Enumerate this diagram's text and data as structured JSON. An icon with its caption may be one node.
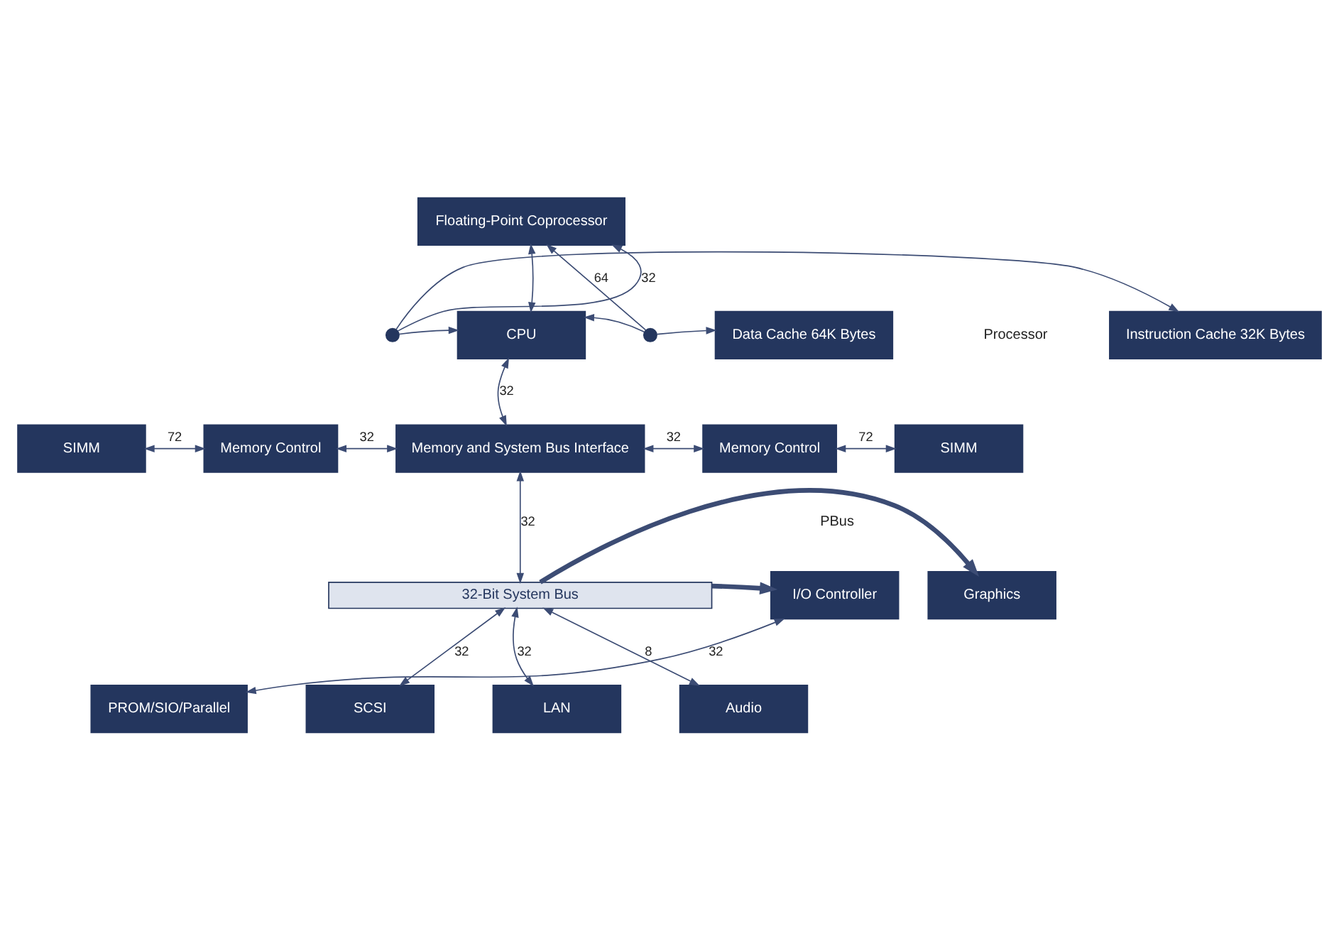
{
  "diagram": {
    "nodes": [
      {
        "text": [
          "Floating-Point Coprocessor"
        ]
      },
      {
        "text": [
          "Instruction Cache 32K Bytes"
        ]
      },
      {
        "text": [],
        "shape": "circle"
      },
      {
        "text": [
          "CPU"
        ]
      },
      {
        "text": [],
        "shape": "circle"
      },
      {
        "text": [
          "Data Cache 64K Bytes"
        ]
      },
      {
        "text": [
          "SIMM"
        ]
      },
      {
        "text": [
          "Memory Control"
        ]
      },
      {
        "text": [
          "Memory and System Bus Interface"
        ]
      },
      {
        "text": [
          "Memory Control"
        ]
      },
      {
        "text": [
          "SIMM"
        ]
      },
      {
        "text": [
          "I/O Controller"
        ]
      },
      {
        "text": [
          "32-Bit System Bus"
        ]
      },
      {
        "text": [
          "Graphics"
        ]
      },
      {
        "text": [
          "SCSI"
        ]
      },
      {
        "text": [
          "LAN"
        ]
      },
      {
        "text": [
          "Audio"
        ]
      },
      {
        "text": [
          "PROM/SIO/Parallel"
        ]
      }
    ],
    "edges": [
      {
        "from": 3,
        "to": 0,
        "arrow": "both"
      },
      {
        "from": 2,
        "to": 1,
        "arrow": "to"
      },
      {
        "from": 2,
        "to": 3,
        "arrow": "to"
      },
      {
        "from": 2,
        "to": 0,
        "arrow": "to",
        "label": "32"
      },
      {
        "from": 4,
        "to": 3,
        "arrow": "to"
      },
      {
        "from": 4,
        "to": 5,
        "arrow": "to"
      },
      {
        "from": 4,
        "to": 0,
        "arrow": "to",
        "label": "64"
      },
      {
        "from": 3,
        "to": 8,
        "arrow": "both",
        "label": "32"
      },
      {
        "from": 6,
        "to": 7,
        "arrow": "both",
        "label": "72"
      },
      {
        "from": 7,
        "to": 8,
        "arrow": "both",
        "label": "32"
      },
      {
        "from": 8,
        "to": 9,
        "arrow": "both",
        "label": "32"
      },
      {
        "from": 9,
        "to": 10,
        "arrow": "both",
        "label": "72"
      },
      {
        "from": 8,
        "to": 12,
        "arrow": "both",
        "label": "32"
      },
      {
        "from": 12,
        "to": 11,
        "arrow": "to",
        "style": "thick"
      },
      {
        "from": 12,
        "to": 13,
        "arrow": "to",
        "style": "thick"
      },
      {
        "from": 12,
        "to": 14,
        "arrow": "both",
        "label": "32"
      },
      {
        "from": 12,
        "to": 15,
        "arrow": "both",
        "label": "32"
      },
      {
        "from": 12,
        "to": 16,
        "arrow": "both",
        "label": "8"
      },
      {
        "from": 11,
        "to": 17,
        "arrow": "both",
        "label": "32"
      }
    ],
    "labels": [
      "PBus",
      "Processor"
    ]
  }
}
